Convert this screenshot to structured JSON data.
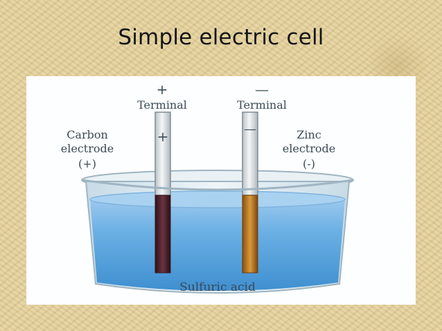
{
  "slide": {
    "title": "Simple electric cell"
  },
  "diagram": {
    "positive_terminal_sign": "+",
    "positive_terminal_label": "Terminal",
    "negative_terminal_sign": "—",
    "negative_terminal_label": "Terminal",
    "carbon_label_line1": "Carbon",
    "carbon_label_line2": "electrode",
    "carbon_label_line3": "(+)",
    "zinc_label_line1": "Zinc",
    "zinc_label_line2": "electrode",
    "zinc_label_line3": "(-)",
    "rod_plus_mark": "+",
    "rod_minus_mark": "—",
    "acid_label": "Sulfuric acid",
    "colors": {
      "acid": "#5fa6dc",
      "carbon_rod": "#4a1f2a",
      "zinc_rod": "#b8741e",
      "glass": "#dce8ef"
    }
  }
}
